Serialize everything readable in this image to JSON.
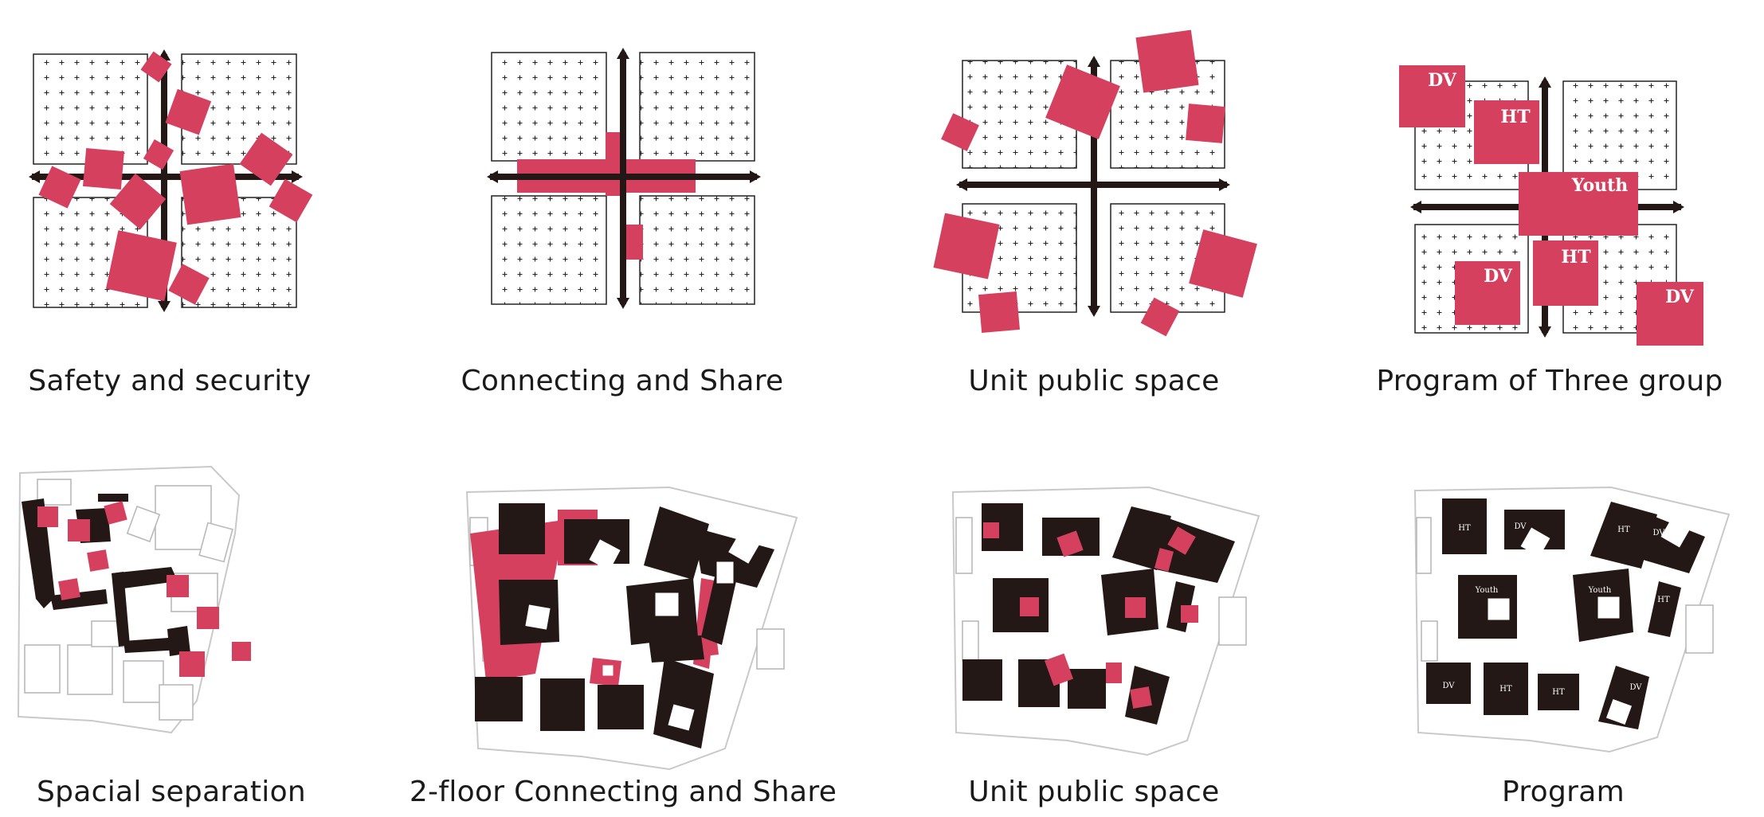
{
  "colors": {
    "accent": "#d6405f",
    "ink": "#231815",
    "line": "#333333"
  },
  "top_row": {
    "safety_caption": "Safety and security",
    "connecting_caption": "Connecting and Share",
    "unit_caption": "Unit public space",
    "program_caption": "Program of Three group",
    "program_labels": [
      "DV",
      "HT",
      "Youth",
      "HT",
      "DV",
      "DV"
    ]
  },
  "bottom_row": {
    "separation_caption": "Spacial separation",
    "floor2_caption": "2-floor Connecting and Share",
    "unit_caption": "Unit public space",
    "program_caption": "Program",
    "program_labels": [
      "HT",
      "DV",
      "HT",
      "DV",
      "Youth",
      "Youth",
      "HT",
      "DV",
      "HT",
      "HT",
      "DV"
    ]
  }
}
